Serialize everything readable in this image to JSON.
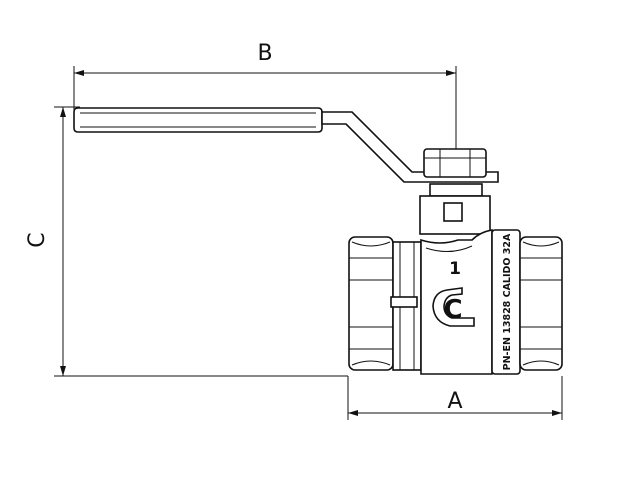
{
  "dimensions": {
    "a_label": "A",
    "b_label": "B",
    "c_label": "C"
  },
  "valve_body": {
    "number_mark": "1",
    "logo_glyph": "C",
    "side_marking": "PN-EN 13828 CALIDO 32A"
  },
  "colors": {
    "line": "#111111",
    "background": "#ffffff"
  }
}
